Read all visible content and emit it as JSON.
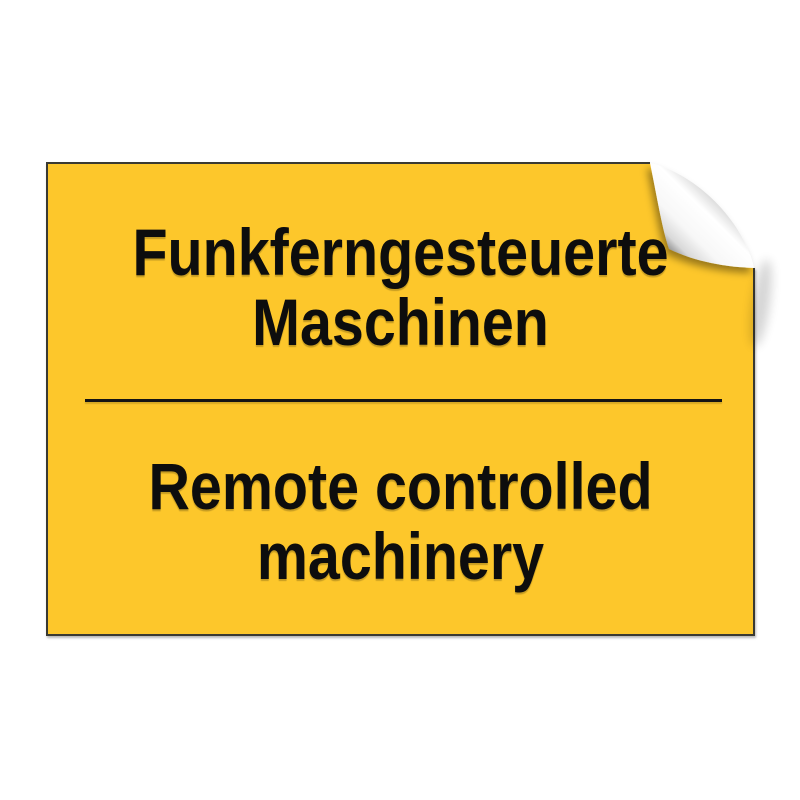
{
  "page": {
    "background": "#FFFFFF"
  },
  "sign": {
    "peel_corner": "top-right",
    "colors": {
      "background": "#FDC72B",
      "border": "#3A3A32",
      "text": "#0D0D0D",
      "divider": "#141414",
      "peel_light": "#FFFFFF",
      "peel_dark": "#565656"
    },
    "german": {
      "line1": "Funkferngesteuerte",
      "line2": "Maschinen"
    },
    "english": {
      "line1": "Remote controlled",
      "line2": "machinery"
    }
  }
}
